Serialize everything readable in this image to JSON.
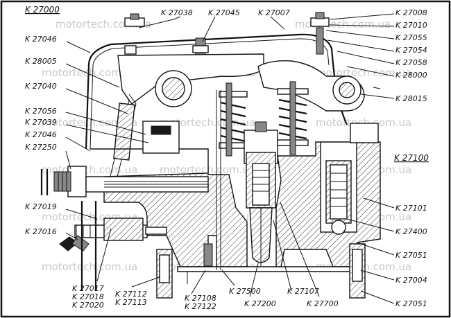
{
  "header_left": "K 27000",
  "section_label": "K 27100",
  "watermark": "motortech.com.ua",
  "labels": {
    "top": [
      "K 27038",
      "K 27045",
      "K 27007"
    ],
    "left": [
      "K 27046",
      "K 28005",
      "K 27040",
      "K 27056",
      "K 27039",
      "K 27046",
      "K 27250",
      "K 27019",
      "K 27016"
    ],
    "right": [
      "K 27008",
      "K 27010",
      "K 27055",
      "K 27054",
      "K 27058",
      "K 28000",
      "K 28015",
      "K 27101",
      "K 27400",
      "K 27051",
      "K 27004",
      "K 27051"
    ],
    "bottom_col1": [
      "K 27017",
      "K 27018",
      "K 27020"
    ],
    "bottom_col2": [
      "K 27112",
      "K 27113"
    ],
    "bottom_col3": [
      "K 27108",
      "K 27122"
    ],
    "bottom_single": [
      "K 27500",
      "K 27200",
      "K 27107",
      "K 27700"
    ]
  }
}
